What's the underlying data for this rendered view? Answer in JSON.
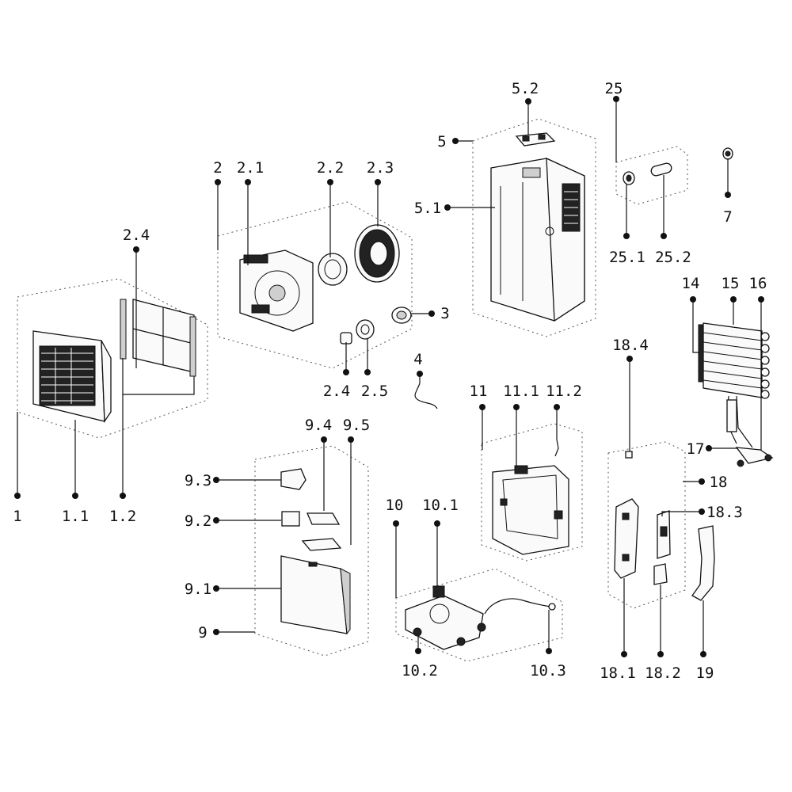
{
  "labels": {
    "p1": "1",
    "p1_1": "1.1",
    "p1_2": "1.2",
    "p2": "2",
    "p2_1": "2.1",
    "p2_2": "2.2",
    "p2_3": "2.3",
    "p2_4": "2.4",
    "p2_4b": "2.4",
    "p2_5": "2.5",
    "p3": "3",
    "p4": "4",
    "p5": "5",
    "p5_1": "5.1",
    "p5_2": "5.2",
    "p7": "7",
    "p9": "9",
    "p9_1": "9.1",
    "p9_2": "9.2",
    "p9_3": "9.3",
    "p9_4": "9.4",
    "p9_5": "9.5",
    "p10": "10",
    "p10_1": "10.1",
    "p10_2": "10.2",
    "p10_3": "10.3",
    "p11": "11",
    "p11_1": "11.1",
    "p11_2": "11.2",
    "p14": "14",
    "p15": "15",
    "p16": "16",
    "p17": "17",
    "p18": "18",
    "p18_1": "18.1",
    "p18_2": "18.2",
    "p18_3": "18.3",
    "p18_4": "18.4",
    "p19": "19",
    "p25": "25",
    "p25_1": "25.1",
    "p25_2": "25.2"
  }
}
